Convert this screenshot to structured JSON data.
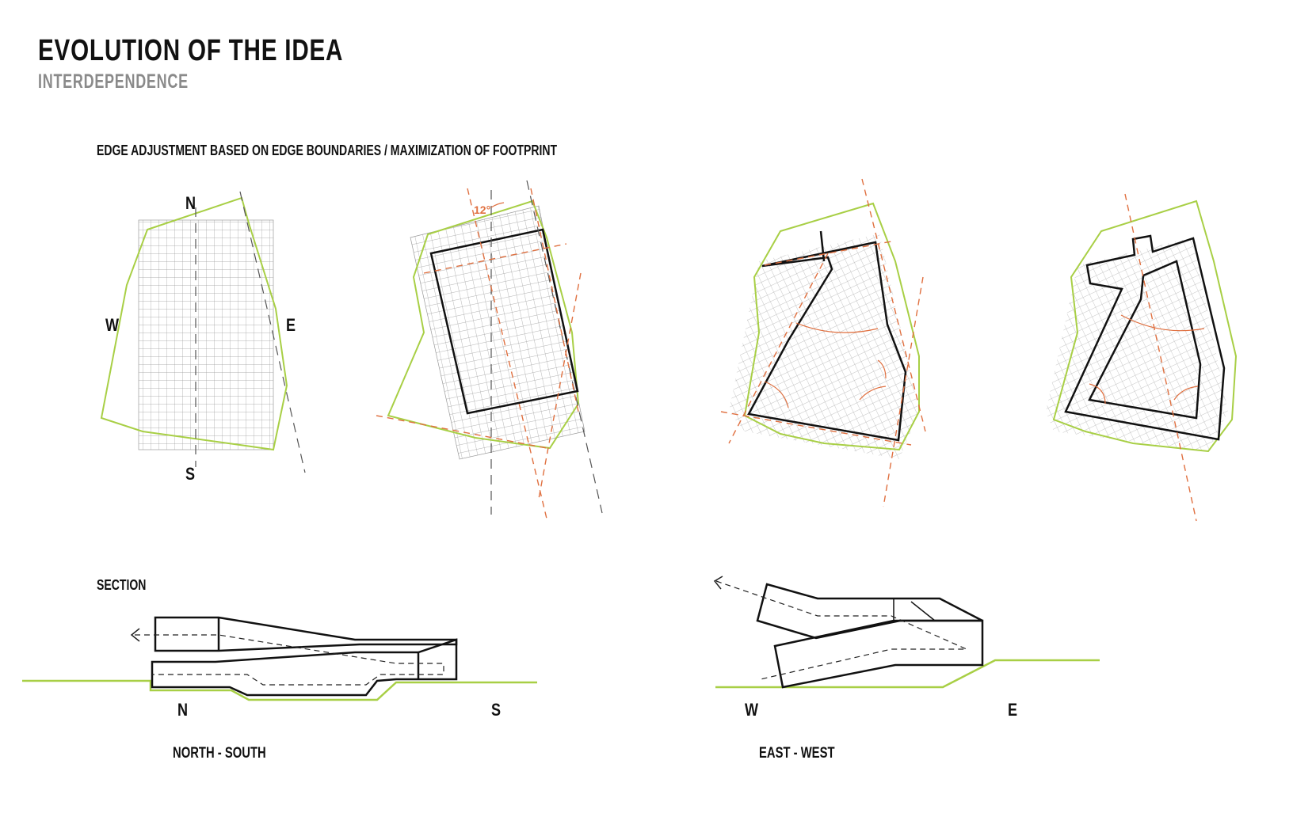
{
  "header": {
    "title": "EVOLUTION OF THE IDEA",
    "subtitle": "INTERDEPENDENCE"
  },
  "plans": {
    "heading": "EDGE ADJUSTMENT BASED ON EDGE BOUNDARIES / MAXIMIZATION OF FOOTPRINT",
    "compass": {
      "north": "N",
      "south": "S",
      "west": "W",
      "east": "E"
    },
    "angle_label": "12°"
  },
  "section": {
    "heading": "SECTION",
    "north_south": {
      "left": "N",
      "right": "S",
      "caption": "NORTH - SOUTH"
    },
    "east_west": {
      "left": "W",
      "right": "E",
      "caption": "EAST - WEST"
    }
  },
  "colors": {
    "site_outline": "#a8cf45",
    "guide_line": "#e07040",
    "building": "#111111",
    "grid": "#9a9a9a",
    "subtitle": "#8a8a8a"
  }
}
